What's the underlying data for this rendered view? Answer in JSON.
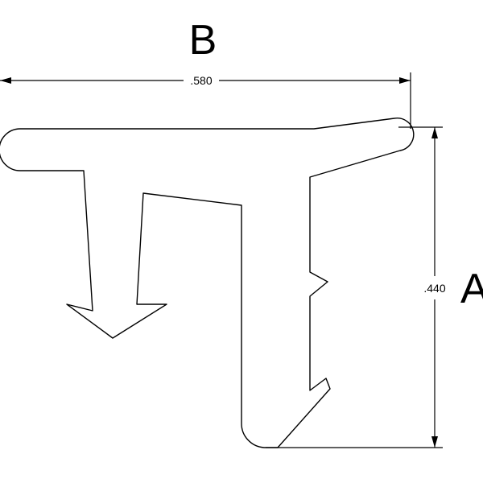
{
  "labels": {
    "width_letter": "B",
    "width_value": ".580",
    "height_letter": "A",
    "height_value": ".440"
  },
  "colors": {
    "line": "#000000",
    "background": "#ffffff"
  }
}
